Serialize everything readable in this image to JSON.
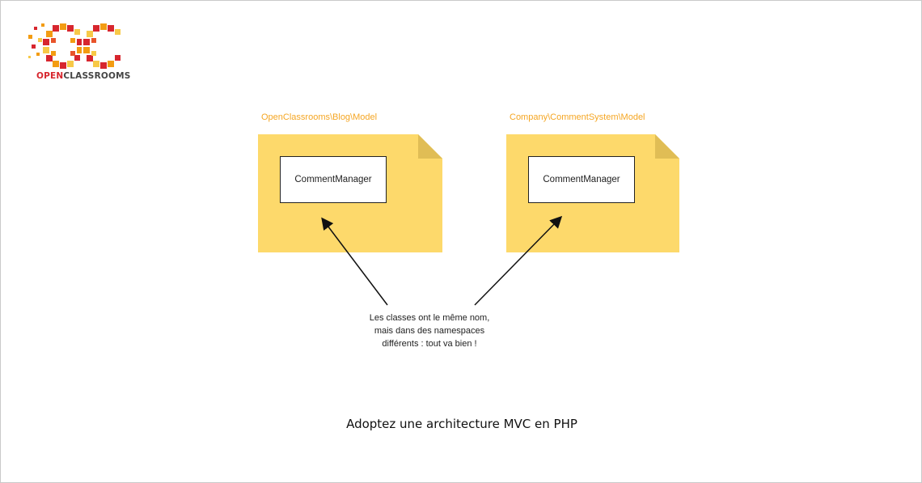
{
  "brand": {
    "logo_icon": "openclassrooms-oc-logo-icon",
    "name_part1": "OPEN",
    "name_part2": "CLASSROOMS",
    "colors": {
      "red": "#d7262e",
      "orange": "#f39c12",
      "yellow": "#f7c948",
      "dark": "#444444"
    }
  },
  "diagram": {
    "left_package": {
      "label": "OpenClassrooms\\Blog\\Model",
      "class_name": "CommentManager"
    },
    "right_package": {
      "label": "Company\\CommentSystem\\Model",
      "class_name": "CommentManager"
    },
    "note_lines": [
      "Les classes ont le même nom,",
      "mais dans des namespaces",
      "différents : tout va bien !"
    ],
    "colors": {
      "folder_fill": "#fdd96b",
      "folder_fold": "#e0bd55",
      "label": "#f5a623"
    }
  },
  "caption": "Adoptez une architecture MVC en PHP"
}
